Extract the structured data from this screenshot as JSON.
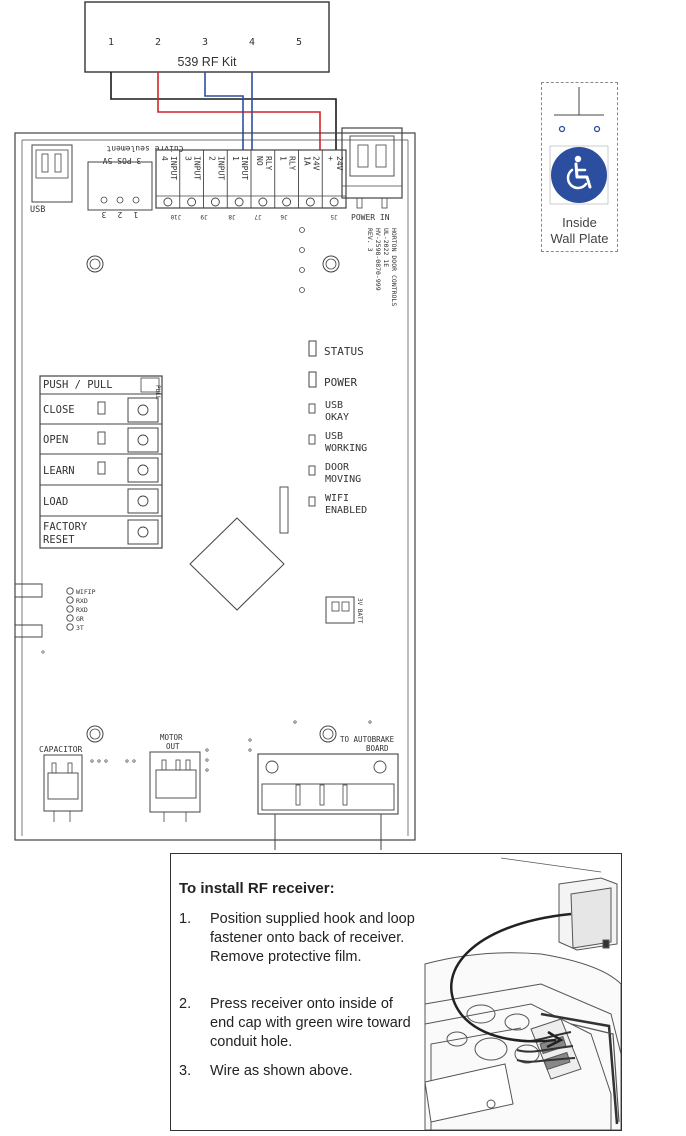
{
  "rf_kit": {
    "label": "539 RF Kit",
    "terminals": [
      "1",
      "2",
      "3",
      "4",
      "5"
    ]
  },
  "board": {
    "usb_label": "USB",
    "cuivre_label": "Cuivre\nseulement",
    "pos_label": "3 POS 5V",
    "pos_numbers": [
      "3",
      "2",
      "1"
    ],
    "terminals": [
      "INPUT 4",
      "INPUT 3",
      "INPUT 2",
      "INPUT 1",
      "RLY NO",
      "RLY 1",
      "24V 1A",
      "24V +"
    ],
    "jumper_labels": [
      "J10",
      "J9",
      "J8",
      "J7",
      "J6",
      "J5"
    ],
    "power_in_label": "POWER IN",
    "vertical_info": [
      "HORTON DOOR CONTROLS",
      "UL-2022 1E",
      "HV-2598-0870-999",
      "REV. 3"
    ],
    "leds": [
      {
        "label": "STATUS"
      },
      {
        "label": "POWER"
      },
      {
        "label": "USB OKAY"
      },
      {
        "label": "USB WORKING"
      },
      {
        "label": "DOOR MOVING"
      },
      {
        "label": "WIFI ENABLED"
      }
    ],
    "buttons": [
      {
        "label": "PUSH / PULL"
      },
      {
        "label": "CLOSE"
      },
      {
        "label": "OPEN"
      },
      {
        "label": "LEARN"
      },
      {
        "label": "LOAD"
      },
      {
        "label": "FACTORY RESET"
      }
    ],
    "pull_label": "PULL",
    "header_pins": [
      "WIFIP",
      "RXD",
      "RXD",
      "GR",
      "3T"
    ],
    "capacitor_label": "CAPACITOR",
    "motor_out_label": "MOTOR OUT",
    "autobrake_label": "TO AUTOBRAKE BOARD",
    "battery_label": "3V BATT"
  },
  "wall_plate": {
    "label_line1": "Inside",
    "label_line2": "Wall Plate",
    "icon": "wheelchair-icon",
    "icon_color": "#2b4f9e"
  },
  "instructions": {
    "title": "To install RF receiver:",
    "steps": [
      {
        "num": "1.",
        "text": "Position supplied hook and loop fastener onto back of receiver. Remove protective film."
      },
      {
        "num": "2.",
        "text": "Press receiver onto inside of end cap with green wire toward conduit hole."
      },
      {
        "num": "3.",
        "text": "Wire as shown above."
      }
    ]
  },
  "wire_colors": {
    "black": "#1a1a1a",
    "red": "#d3232a",
    "blue": "#2d4fa0"
  }
}
